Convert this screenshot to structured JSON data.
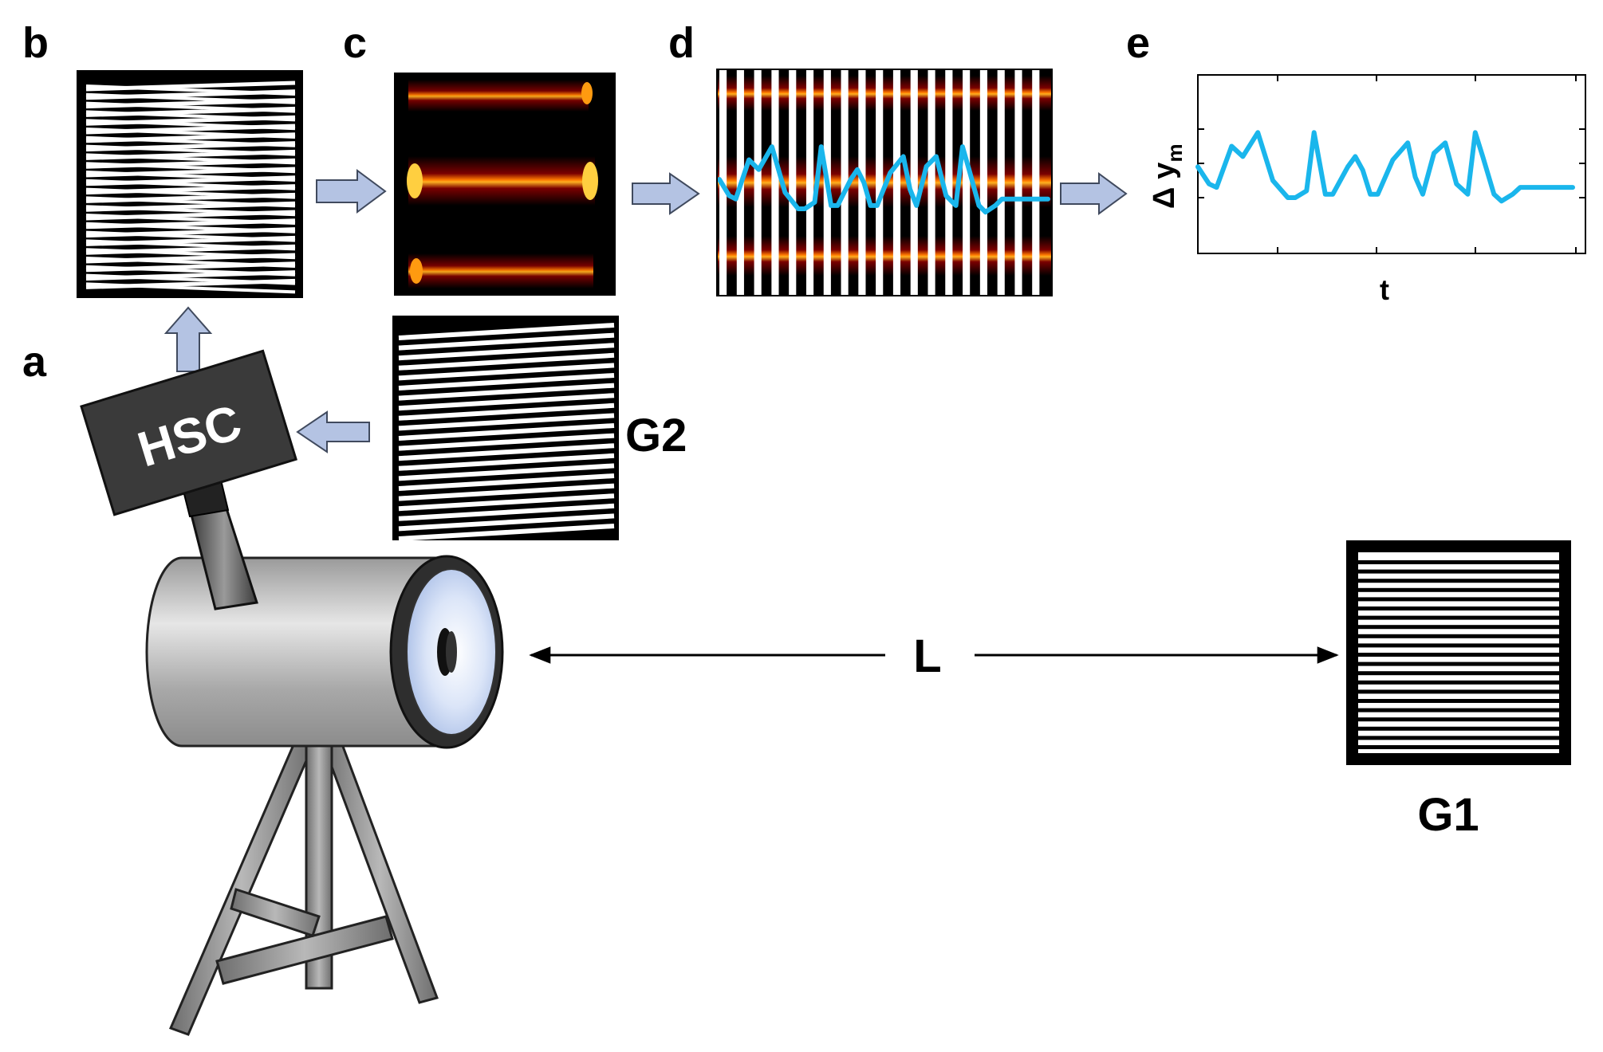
{
  "panels": {
    "a": "a",
    "b": "b",
    "c": "c",
    "d": "d",
    "e": "e"
  },
  "labels": {
    "camera": "HSC",
    "grating2": "G2",
    "grating1": "G1",
    "distance": "L",
    "axis_y_delta": "Δ",
    "axis_y_var": "y",
    "axis_y_sub": "m",
    "axis_x": "t"
  },
  "colors": {
    "arrow_fill": "#b4c3e3",
    "arrow_stroke": "#404a5e",
    "signal": "#1ab6ec",
    "camera_body": "#aaaaaa",
    "lens": "#c4d4f2",
    "hsc_box": "#3a3a3a",
    "tripod": "#8e8e8e"
  },
  "chart_data": {
    "type": "line",
    "title": "",
    "xlabel": "t",
    "ylabel": "Δ y_m",
    "grid": false,
    "series": [
      {
        "name": "",
        "x": [
          0,
          0.03,
          0.05,
          0.09,
          0.12,
          0.16,
          0.2,
          0.24,
          0.26,
          0.29,
          0.31,
          0.34,
          0.36,
          0.4,
          0.42,
          0.44,
          0.46,
          0.48,
          0.52,
          0.56,
          0.58,
          0.6,
          0.63,
          0.66,
          0.69,
          0.72,
          0.74,
          0.76,
          0.79,
          0.81,
          0.84,
          0.86,
          0.88,
          0.9,
          0.92,
          0.95,
          0.97,
          1.0
        ],
        "y": [
          0.45,
          0.2,
          0.15,
          0.75,
          0.6,
          0.95,
          0.25,
          0.0,
          0.0,
          0.1,
          0.95,
          0.05,
          0.05,
          0.45,
          0.6,
          0.4,
          0.05,
          0.05,
          0.55,
          0.8,
          0.3,
          0.05,
          0.65,
          0.8,
          0.2,
          0.05,
          0.95,
          0.6,
          0.05,
          -0.05,
          0.05,
          0.15,
          0.15,
          0.15,
          0.15,
          0.15,
          0.15,
          0.15
        ]
      }
    ]
  }
}
